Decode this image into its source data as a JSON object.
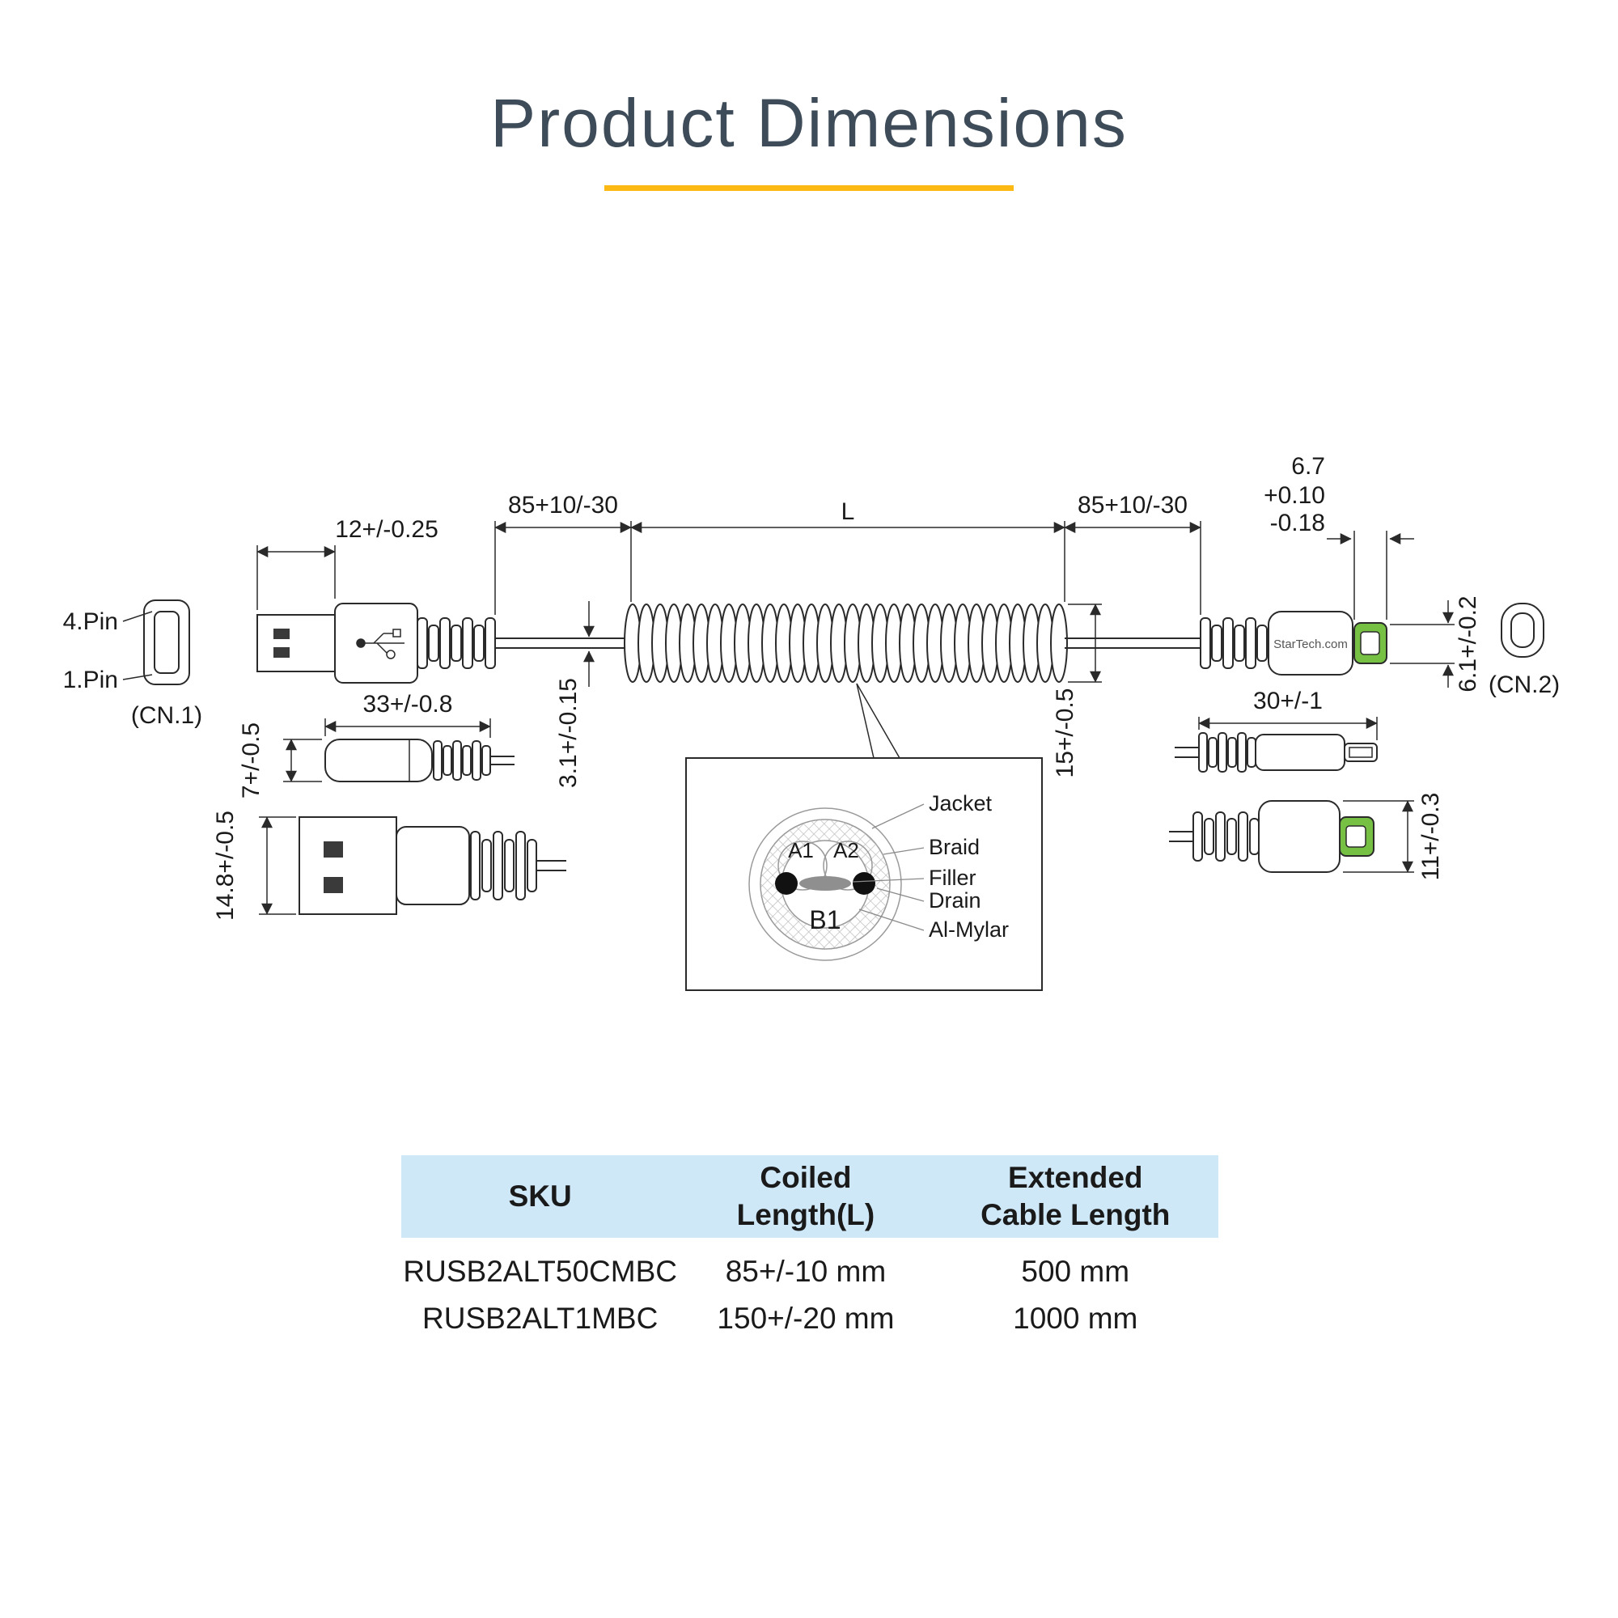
{
  "title": "Product Dimensions",
  "colors": {
    "accent": "#fdb913",
    "table_header_bg": "#cfe8f7",
    "tip_green": "#76c043"
  },
  "diagram": {
    "connector_labels": {
      "pin4": "4.Pin",
      "pin1": "1.Pin",
      "cn1": "(CN.1)",
      "cn2": "(CN.2)",
      "brand": "StarTech.com"
    },
    "dims": {
      "usb_plug_width": "12+/-0.25",
      "coil_lead_left": "85+10/-30",
      "coil_length_label": "L",
      "coil_lead_right": "85+10/-30",
      "tip_width_value": "6.7",
      "tip_width_tol_plus": "+0.10",
      "tip_width_tol_minus": "-0.18",
      "cable_od": "3.1+/-0.15",
      "coil_od": "15+/-0.5",
      "usb_overmold_length": "33+/-0.8",
      "usb_overmold_height": "7+/-0.5",
      "usb_plug_height": "14.8+/-0.5",
      "lightning_length": "30+/-1",
      "lightning_tip_height": "6.1+/-0.2",
      "lightning_body_height": "11+/-0.3"
    },
    "cross_section": {
      "jacket": "Jacket",
      "braid": "Braid",
      "filler": "Filler",
      "drain": "Drain",
      "al_mylar": "Al-Mylar",
      "a1": "A1",
      "a2": "A2",
      "b1": "B1"
    }
  },
  "table": {
    "headers": [
      "SKU",
      "Coiled Length(L)",
      "Extended Cable Length"
    ],
    "rows": [
      [
        "RUSB2ALT50CMBC",
        "85+/-10 mm",
        "500 mm"
      ],
      [
        "RUSB2ALT1MBC",
        "150+/-20 mm",
        "1000 mm"
      ]
    ]
  }
}
